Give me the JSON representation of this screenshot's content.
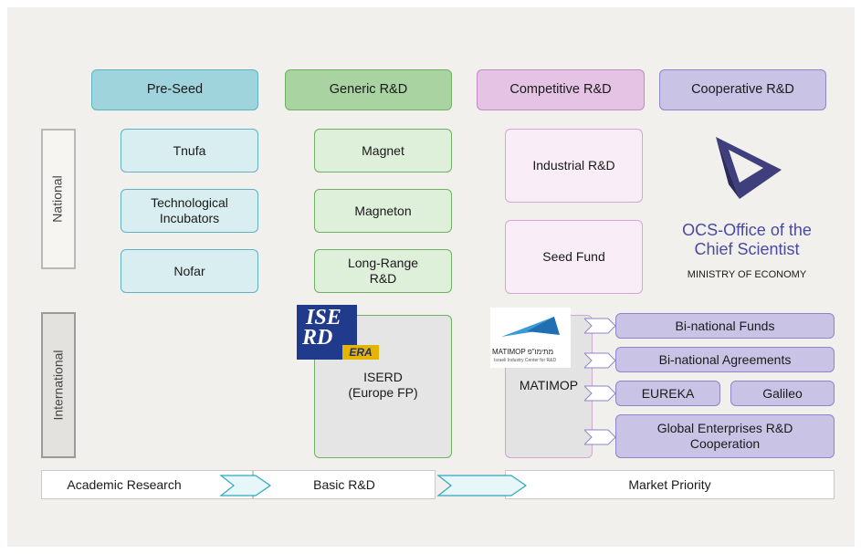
{
  "categories": {
    "pre_seed": "Pre-Seed",
    "generic": "Generic R&D",
    "competitive": "Competitive R&D",
    "cooperative": "Cooperative R&D"
  },
  "rows": {
    "national": "National",
    "international": "International"
  },
  "pre_seed_programs": [
    "Tnufa",
    "Technological\nIncubators",
    "Nofar"
  ],
  "generic_programs": [
    "Magnet",
    "Magneton",
    "Long-Range\nR&D"
  ],
  "competitive_programs": [
    "Industrial R&D",
    "Seed Fund"
  ],
  "ocs": {
    "title_line1": "OCS-Office of the",
    "title_line2": "Chief Scientist",
    "subtitle": "MINISTRY OF ECONOMY",
    "logo_color": "#3a3a7a"
  },
  "iserd": {
    "logo_line1": "ISE",
    "logo_line2": "RD",
    "logo_tag": "ERA",
    "label": "ISERD\n(Europe FP)"
  },
  "matimop": {
    "logo_text": "MATIMOP",
    "logo_hebrew": "מתימו\"פ",
    "logo_small": "Israeli Industry Center for R&D",
    "label": "MATIMOP"
  },
  "cooperative_programs": {
    "binational_funds": "Bi-national Funds",
    "binational_agreements": "Bi-national Agreements",
    "eureka": "EUREKA",
    "galileo": "Galileo",
    "global": "Global Enterprises R&D\nCooperation"
  },
  "pipeline": [
    "Academic Research",
    "Basic R&D",
    "Market Priority"
  ],
  "colors": {
    "pre_seed": "#9fd4dc",
    "generic": "#a9d3a0",
    "competitive": "#e5c3e5",
    "cooperative": "#c9c4e6",
    "ocs_text": "#4a4aa0"
  }
}
